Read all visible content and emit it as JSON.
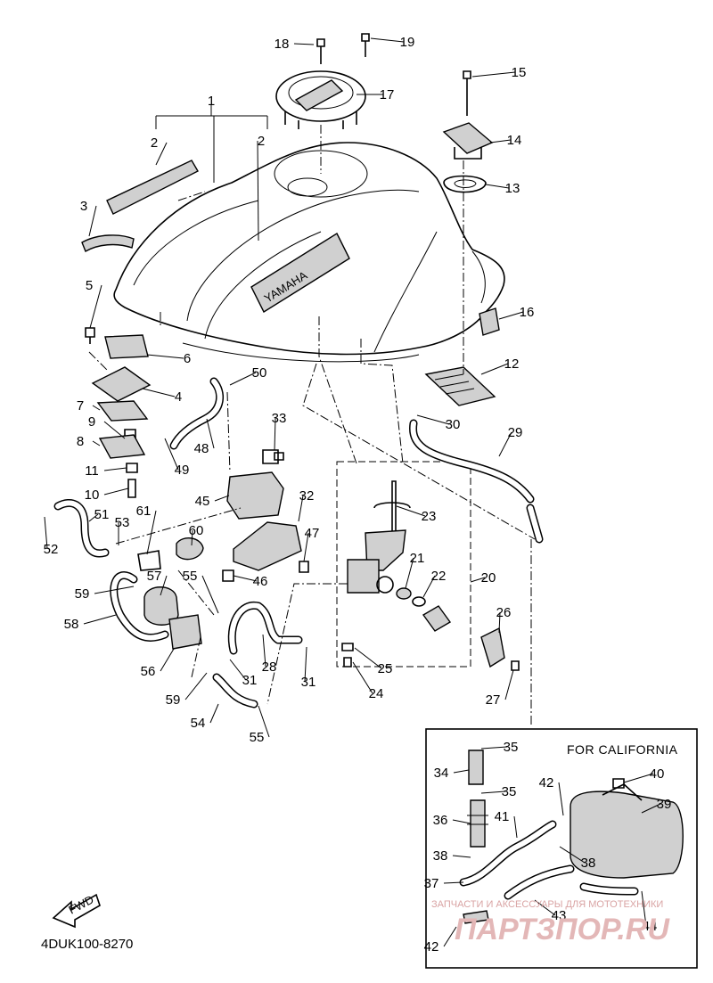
{
  "diagram": {
    "code": "4DUK100-8270",
    "fwd_label": "FWD",
    "california_box_title": "FOR CALIFORNIA",
    "tank_logo": "YAMAHA",
    "watermark_top": "ЗАПЧАСТИ И АКСЕССУАРЫ ДЛЯ МОТОТЕХНИКИ",
    "watermark_main": "ПАРТЗПОР.RU"
  },
  "callouts": [
    {
      "id": "c1",
      "label": "1"
    },
    {
      "id": "c2a",
      "label": "2"
    },
    {
      "id": "c2b",
      "label": "2"
    },
    {
      "id": "c3",
      "label": "3"
    },
    {
      "id": "c4",
      "label": "4"
    },
    {
      "id": "c5",
      "label": "5"
    },
    {
      "id": "c6",
      "label": "6"
    },
    {
      "id": "c7",
      "label": "7"
    },
    {
      "id": "c8",
      "label": "8"
    },
    {
      "id": "c9",
      "label": "9"
    },
    {
      "id": "c10",
      "label": "10"
    },
    {
      "id": "c11",
      "label": "11"
    },
    {
      "id": "c12",
      "label": "12"
    },
    {
      "id": "c13",
      "label": "13"
    },
    {
      "id": "c14",
      "label": "14"
    },
    {
      "id": "c15",
      "label": "15"
    },
    {
      "id": "c16",
      "label": "16"
    },
    {
      "id": "c17",
      "label": "17"
    },
    {
      "id": "c18",
      "label": "18"
    },
    {
      "id": "c19",
      "label": "19"
    },
    {
      "id": "c20",
      "label": "20"
    },
    {
      "id": "c21",
      "label": "21"
    },
    {
      "id": "c22",
      "label": "22"
    },
    {
      "id": "c23",
      "label": "23"
    },
    {
      "id": "c24",
      "label": "24"
    },
    {
      "id": "c25",
      "label": "25"
    },
    {
      "id": "c26",
      "label": "26"
    },
    {
      "id": "c27",
      "label": "27"
    },
    {
      "id": "c28",
      "label": "28"
    },
    {
      "id": "c29",
      "label": "29"
    },
    {
      "id": "c30",
      "label": "30"
    },
    {
      "id": "c31a",
      "label": "31"
    },
    {
      "id": "c31b",
      "label": "31"
    },
    {
      "id": "c32",
      "label": "32"
    },
    {
      "id": "c33",
      "label": "33"
    },
    {
      "id": "c34",
      "label": "34"
    },
    {
      "id": "c35a",
      "label": "35"
    },
    {
      "id": "c35b",
      "label": "35"
    },
    {
      "id": "c36",
      "label": "36"
    },
    {
      "id": "c37",
      "label": "37"
    },
    {
      "id": "c38a",
      "label": "38"
    },
    {
      "id": "c38b",
      "label": "38"
    },
    {
      "id": "c39",
      "label": "39"
    },
    {
      "id": "c40",
      "label": "40"
    },
    {
      "id": "c41",
      "label": "41"
    },
    {
      "id": "c42a",
      "label": "42"
    },
    {
      "id": "c42b",
      "label": "42"
    },
    {
      "id": "c43",
      "label": "43"
    },
    {
      "id": "c44",
      "label": "44"
    },
    {
      "id": "c45",
      "label": "45"
    },
    {
      "id": "c46",
      "label": "46"
    },
    {
      "id": "c47",
      "label": "47"
    },
    {
      "id": "c48",
      "label": "48"
    },
    {
      "id": "c49",
      "label": "49"
    },
    {
      "id": "c50",
      "label": "50"
    },
    {
      "id": "c51",
      "label": "51"
    },
    {
      "id": "c52",
      "label": "52"
    },
    {
      "id": "c53",
      "label": "53"
    },
    {
      "id": "c54",
      "label": "54"
    },
    {
      "id": "c55a",
      "label": "55"
    },
    {
      "id": "c55b",
      "label": "55"
    },
    {
      "id": "c56",
      "label": "56"
    },
    {
      "id": "c57",
      "label": "57"
    },
    {
      "id": "c58",
      "label": "58"
    },
    {
      "id": "c59a",
      "label": "59"
    },
    {
      "id": "c59b",
      "label": "59"
    },
    {
      "id": "c60",
      "label": "60"
    },
    {
      "id": "c61",
      "label": "61"
    }
  ]
}
